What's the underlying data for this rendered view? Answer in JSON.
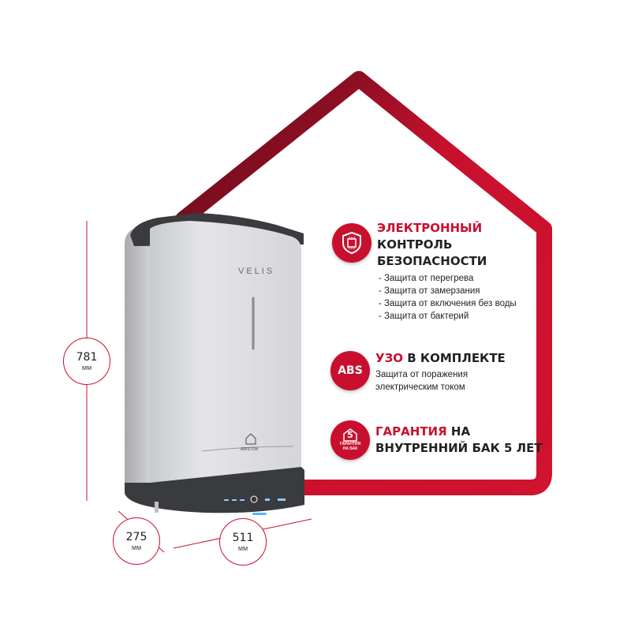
{
  "device": {
    "model_logo": "VELIS",
    "brand_logo": "ARISTON"
  },
  "features": [
    {
      "icon": "chip-shield-icon",
      "title_red": "ЭЛЕКТРОННЫЙ",
      "title_line2": "КОНТРОЛЬ",
      "title_line3": "БЕЗОПАСНОСТИ",
      "items": [
        "- Защита от перегрева",
        "- Защита от замерзания",
        "- Защита от включения без воды",
        "- Защита от бактерий"
      ]
    },
    {
      "icon": "abs-badge",
      "badge_text": "ABS",
      "title_red": "УЗО",
      "title_rest": " В КОМПЛЕКТЕ",
      "desc_line1": "Защита от поражения",
      "desc_line2": "электрическим током"
    },
    {
      "icon": "warranty-house-icon",
      "badge_number": "5",
      "badge_caption_1": "ГАРАНТИЯ",
      "badge_caption_2": "НА БАК",
      "title_red": "ГАРАНТИЯ",
      "title_rest_1": " НА",
      "title_line2": "ВНУТРЕННИЙ БАК 5 ЛЕТ"
    }
  ],
  "dimensions": {
    "height": {
      "value": "781",
      "unit": "мм"
    },
    "depth": {
      "value": "275",
      "unit": "мм"
    },
    "width": {
      "value": "511",
      "unit": "мм"
    }
  },
  "colors": {
    "accent": "#c8102e",
    "dark_accent": "#6b0f1a",
    "body_silver": "#d9dadc",
    "trim_dark": "#3a3b3f"
  }
}
